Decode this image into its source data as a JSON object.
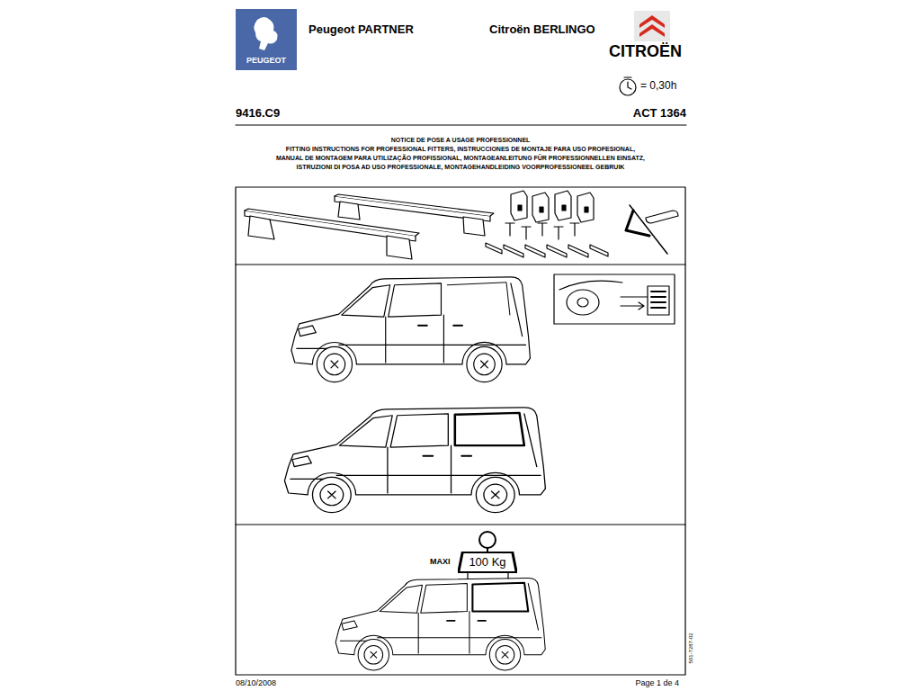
{
  "diagram": {
    "nodes": [
      {
        "text": [
          "100 Kg"
        ]
      }
    ],
    "labels": [
      "PEUGEOT",
      "Peugeot PARTNER",
      "Citroën BERLINGO",
      "CITROËN",
      "= 0,30h",
      "9416.C9",
      "ACT 1364",
      "NOTICE DE POSE A USAGE PROFESSIONNEL",
      "FITTING INSTRUCTIONS FOR PROFESSIONAL FITTERS, INSTRUCCIONES DE MONTAJE PARA USO PROFESIONAL,",
      "MANUAL DE MONTAGEM PARA UTILIZAÇÃO PROFISSIONAL, MONTAGEANLEITUNG FÜR PROFESSIONNELLEN EINSATZ,",
      "ISTRUZIONI DI POSA AD USO PROFESSIONALE, MONTAGEHANDLEIDING VOORPROFESSIONEEL GEBRUIK",
      "MAXI",
      "08/10/2008",
      "Page 1 de 4",
      "501-7287-02"
    ]
  }
}
